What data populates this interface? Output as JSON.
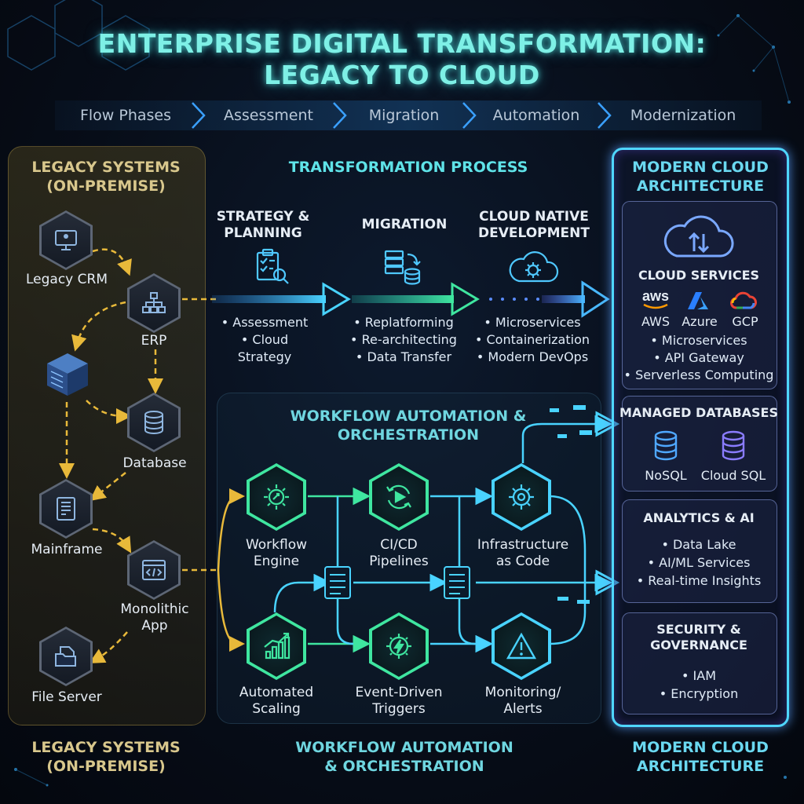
{
  "title": {
    "line1": "ENTERPRISE DIGITAL TRANSFORMATION:",
    "line2": "LEGACY TO CLOUD"
  },
  "phases": [
    "Flow Phases",
    "Assessment",
    "Migration",
    "Automation",
    "Modernization"
  ],
  "legacy": {
    "heading_line1": "LEGACY SYSTEMS",
    "heading_line2": "(ON-PREMISE)",
    "nodes": {
      "crm": "Legacy CRM",
      "erp": "ERP",
      "database": "Database",
      "mainframe": "Mainframe",
      "monolith_line1": "Monolithic",
      "monolith_line2": "App",
      "file_server": "File Server"
    },
    "footer_line1": "LEGACY SYSTEMS",
    "footer_line2": "(ON-PREMISE)"
  },
  "process": {
    "heading": "TRANSFORMATION PROCESS",
    "columns": [
      {
        "title_line1": "STRATEGY &",
        "title_line2": "PLANNING",
        "items": [
          "• Assessment",
          "• Cloud Strategy"
        ]
      },
      {
        "title_line1": "MIGRATION",
        "title_line2": "",
        "items": [
          "• Replatforming",
          "• Re-architecting",
          "• Data Transfer"
        ]
      },
      {
        "title_line1": "CLOUD NATIVE",
        "title_line2": "DEVELOPMENT",
        "items": [
          "• Microservices",
          "• Containerization",
          "• Modern DevOps"
        ]
      }
    ]
  },
  "workflow": {
    "heading_line1": "WORKFLOW AUTOMATION &",
    "heading_line2": "ORCHESTRATION",
    "nodes": {
      "engine_line1": "Workflow",
      "engine_line2": "Engine",
      "cicd_line1": "CI/CD",
      "cicd_line2": "Pipelines",
      "iac_line1": "Infrastructure",
      "iac_line2": "as Code",
      "scaling_line1": "Automated",
      "scaling_line2": "Scaling",
      "events_line1": "Event-Driven",
      "events_line2": "Triggers",
      "monitoring_line1": "Monitoring/",
      "monitoring_line2": "Alerts"
    },
    "footer_line1": "WORKFLOW AUTOMATION",
    "footer_line2": "& ORCHESTRATION"
  },
  "cloud": {
    "heading_line1": "MODERN CLOUD",
    "heading_line2": "ARCHITECTURE",
    "services": {
      "title": "CLOUD SERVICES",
      "aws_logo": "aws",
      "providers": [
        "AWS",
        "Azure",
        "GCP"
      ],
      "items": [
        "• Microservices",
        "• API Gateway",
        "• Serverless Computing"
      ]
    },
    "databases": {
      "title": "MANAGED DATABASES",
      "items": [
        "NoSQL",
        "Cloud SQL"
      ]
    },
    "analytics": {
      "title": "ANALYTICS & AI",
      "items": [
        "• Data Lake",
        "• AI/ML Services",
        "• Real-time Insights"
      ]
    },
    "security": {
      "title_line1": "SECURITY &",
      "title_line2": "GOVERNANCE",
      "items": [
        "• IAM",
        "• Encryption"
      ]
    },
    "footer_line1": "MODERN CLOUD",
    "footer_line2": "ARCHITECTURE"
  },
  "colors": {
    "title": "#7ef0e6",
    "legacy_accent": "#e8b93a",
    "legacy_heading": "#d8c78c",
    "process_heading": "#5fe3e8",
    "workflow_heading": "#6fd6e0",
    "cloud_heading": "#6ad8f0",
    "flow_cyan": "#49d3ff",
    "flow_green": "#3fe6a0"
  }
}
